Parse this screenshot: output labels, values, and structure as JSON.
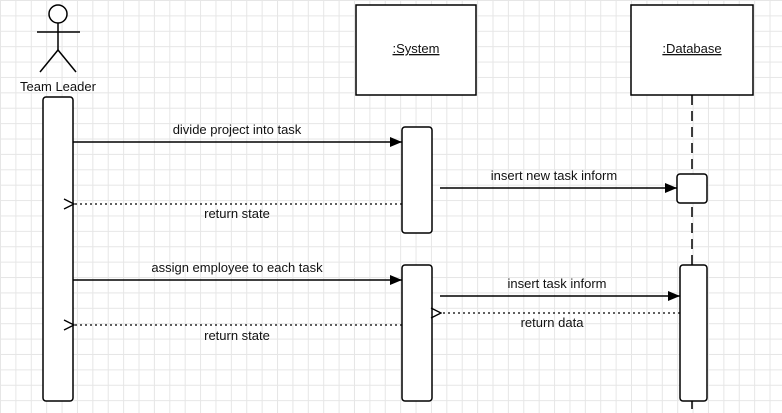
{
  "participants": [
    {
      "id": "team-leader",
      "label": "Team Leader",
      "kind": "actor"
    },
    {
      "id": "system",
      "label": ":System",
      "kind": "object"
    },
    {
      "id": "database",
      "label": ":Database",
      "kind": "object"
    }
  ],
  "messages": [
    {
      "label": "divide project into task",
      "from": "team-leader",
      "to": "system",
      "style": "solid"
    },
    {
      "label": "insert new task inform",
      "from": "system",
      "to": "database",
      "style": "solid"
    },
    {
      "label": "return state",
      "from": "system",
      "to": "team-leader",
      "style": "dotted"
    },
    {
      "label": "assign employee to each task",
      "from": "team-leader",
      "to": "system",
      "style": "solid"
    },
    {
      "label": "insert task inform",
      "from": "system",
      "to": "database",
      "style": "solid"
    },
    {
      "label": "return data",
      "from": "database",
      "to": "system",
      "style": "dotted"
    },
    {
      "label": "return state",
      "from": "system",
      "to": "team-leader",
      "style": "dotted"
    }
  ]
}
